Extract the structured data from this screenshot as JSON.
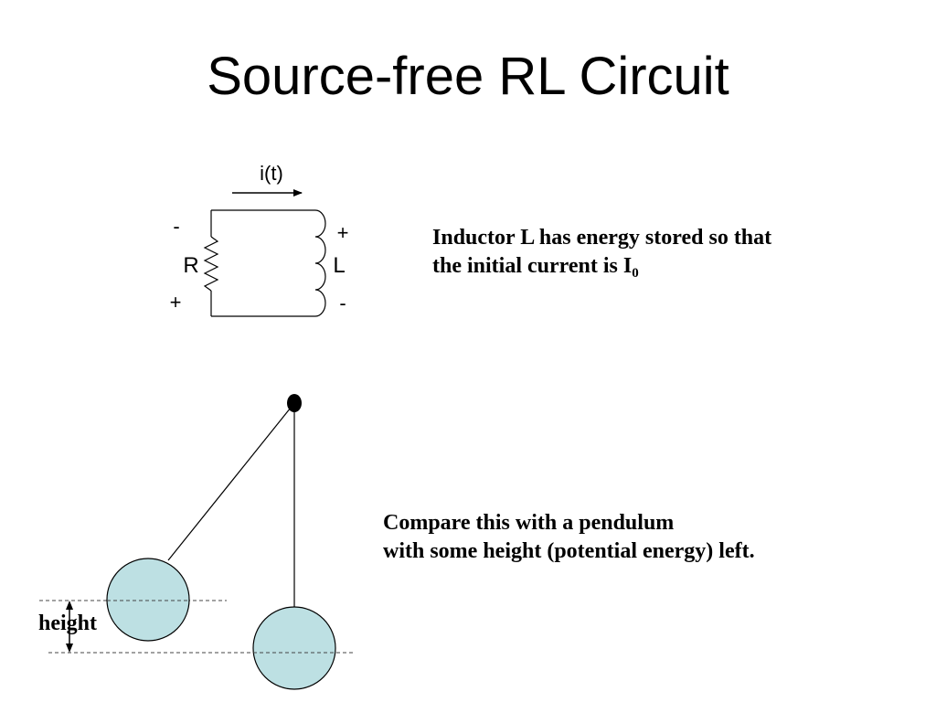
{
  "slide": {
    "title": "Source-free RL Circuit"
  },
  "circuit": {
    "current_label": "i(t)",
    "resistor_label": "R",
    "inductor_label": "L",
    "resistor_top_polarity": "-",
    "resistor_bottom_polarity": "+",
    "inductor_top_polarity": "+",
    "inductor_bottom_polarity": "-"
  },
  "inductor_note": {
    "line1": "Inductor L has energy stored so that",
    "line2_text": "the initial current is I",
    "line2_subscript": "0"
  },
  "pendulum": {
    "height_label": "height",
    "bob_color": "#bde0e3"
  },
  "pendulum_note": {
    "line1": "Compare this with a pendulum",
    "line2": "with some height (potential energy) left."
  }
}
